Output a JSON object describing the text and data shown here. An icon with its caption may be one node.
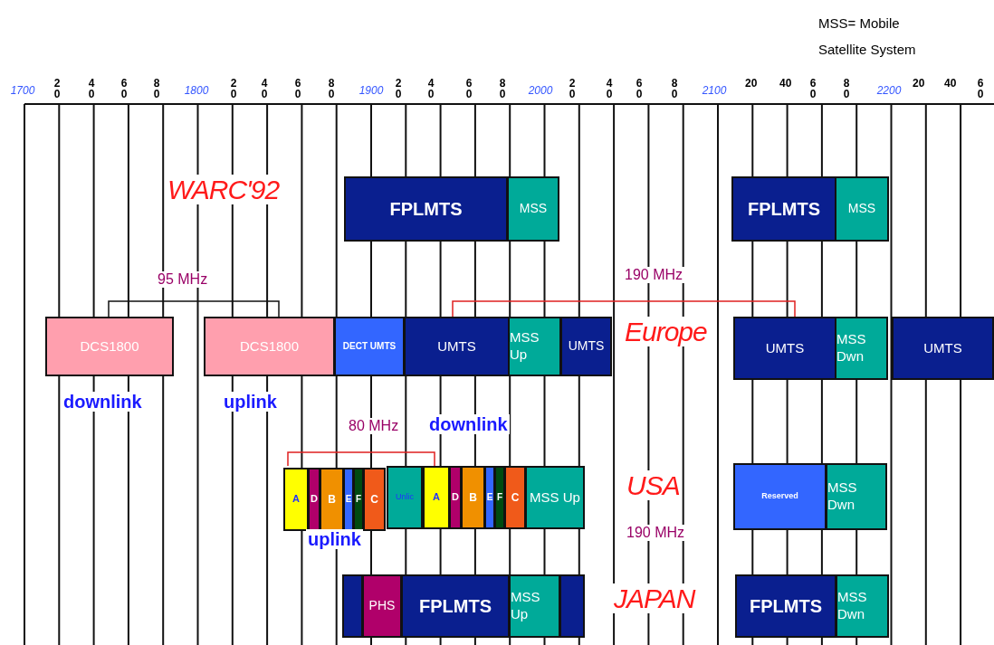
{
  "diagram": {
    "nodes": [
      {
        "text": [
          "FPLMTS"
        ]
      },
      {
        "text": [
          "MSS"
        ]
      },
      {
        "text": [
          "FPLMTS"
        ]
      },
      {
        "text": [
          "MSS"
        ]
      },
      {
        "text": [
          "DCS1800"
        ]
      },
      {
        "text": [
          "DCS1800"
        ]
      },
      {
        "text": [
          "DECT UMTS"
        ]
      },
      {
        "text": [
          "UMTS"
        ]
      },
      {
        "text": [
          "MSS Up"
        ]
      },
      {
        "text": [
          "UMTS"
        ]
      },
      {
        "text": [
          "UMTS"
        ]
      },
      {
        "text": [
          "MSS Dwn"
        ]
      },
      {
        "text": [
          "UMTS"
        ]
      },
      {
        "text": [
          "A"
        ]
      },
      {
        "text": [
          "D"
        ]
      },
      {
        "text": [
          "B"
        ]
      },
      {
        "text": [
          "E"
        ]
      },
      {
        "text": [
          "F"
        ]
      },
      {
        "text": [
          "C"
        ]
      },
      {
        "text": [
          "Unlic"
        ]
      },
      {
        "text": [
          "A"
        ]
      },
      {
        "text": [
          "D"
        ]
      },
      {
        "text": [
          "B"
        ]
      },
      {
        "text": [
          "E"
        ]
      },
      {
        "text": [
          "F"
        ]
      },
      {
        "text": [
          "C"
        ]
      },
      {
        "text": [
          "MSS Up"
        ]
      },
      {
        "text": [
          "Reserved"
        ]
      },
      {
        "text": [
          "MSS Dwn"
        ]
      },
      {
        "text": [],
        "shape": "box"
      },
      {
        "text": [
          "PHS"
        ]
      },
      {
        "text": [
          "FPLMTS"
        ]
      },
      {
        "text": [
          "MSS Up"
        ]
      },
      {
        "text": [],
        "shape": "box"
      },
      {
        "text": [
          "FPLMTS"
        ]
      },
      {
        "text": [
          "MSS Dwn"
        ]
      }
    ],
    "edges": [],
    "labels": [
      "MSS= Mobile Satellite System",
      "1700",
      "2 0",
      "4 0",
      "6 0",
      "8 0",
      "1800",
      "2 0",
      "4 0",
      "6 0",
      "8 0",
      "1900",
      "2 0",
      "4 0",
      "6 0",
      "8 0",
      "2000",
      "2 0",
      "4 0",
      "6 0",
      "8 0",
      "2100",
      "20",
      "40",
      "6 0",
      "8 0",
      "2200",
      "20",
      "40",
      "6 0",
      "WARC'92",
      "95 MHz",
      "190 MHz",
      "Europe",
      "downlink",
      "uplink",
      "80 MHz",
      "downlink",
      "USA",
      "uplink",
      "190 MHz",
      "JAPAN"
    ]
  }
}
